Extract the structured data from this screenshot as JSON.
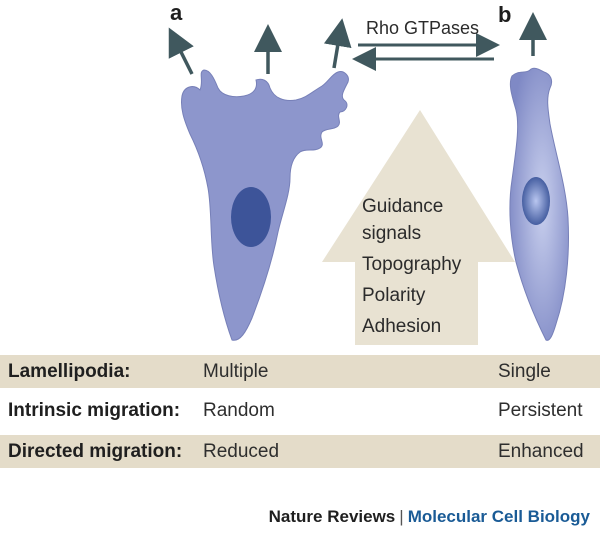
{
  "panels": {
    "a": "a",
    "b": "b"
  },
  "arrow_label": "Rho GTPases",
  "factors": [
    "Guidance",
    "signals",
    "Topography",
    "Polarity",
    "Adhesion"
  ],
  "table": {
    "rows": [
      {
        "label": "Lamellipodia:",
        "a": "Multiple",
        "b": "Single"
      },
      {
        "label": "Intrinsic migration:",
        "a": "Random",
        "b": "Persistent"
      },
      {
        "label": "Directed migration:",
        "a": "Reduced",
        "b": "Enhanced"
      }
    ]
  },
  "footer": {
    "journal": "Nature Reviews",
    "separator": "|",
    "subject": "Molecular Cell Biology"
  },
  "colors": {
    "cell": "#8d96cc",
    "nucleus": "#3d5499",
    "arrows": "#40585e",
    "big_arrow": "#e8e2d2",
    "row_shade": "#e4dcc9",
    "subject_text": "#1a5b96"
  }
}
